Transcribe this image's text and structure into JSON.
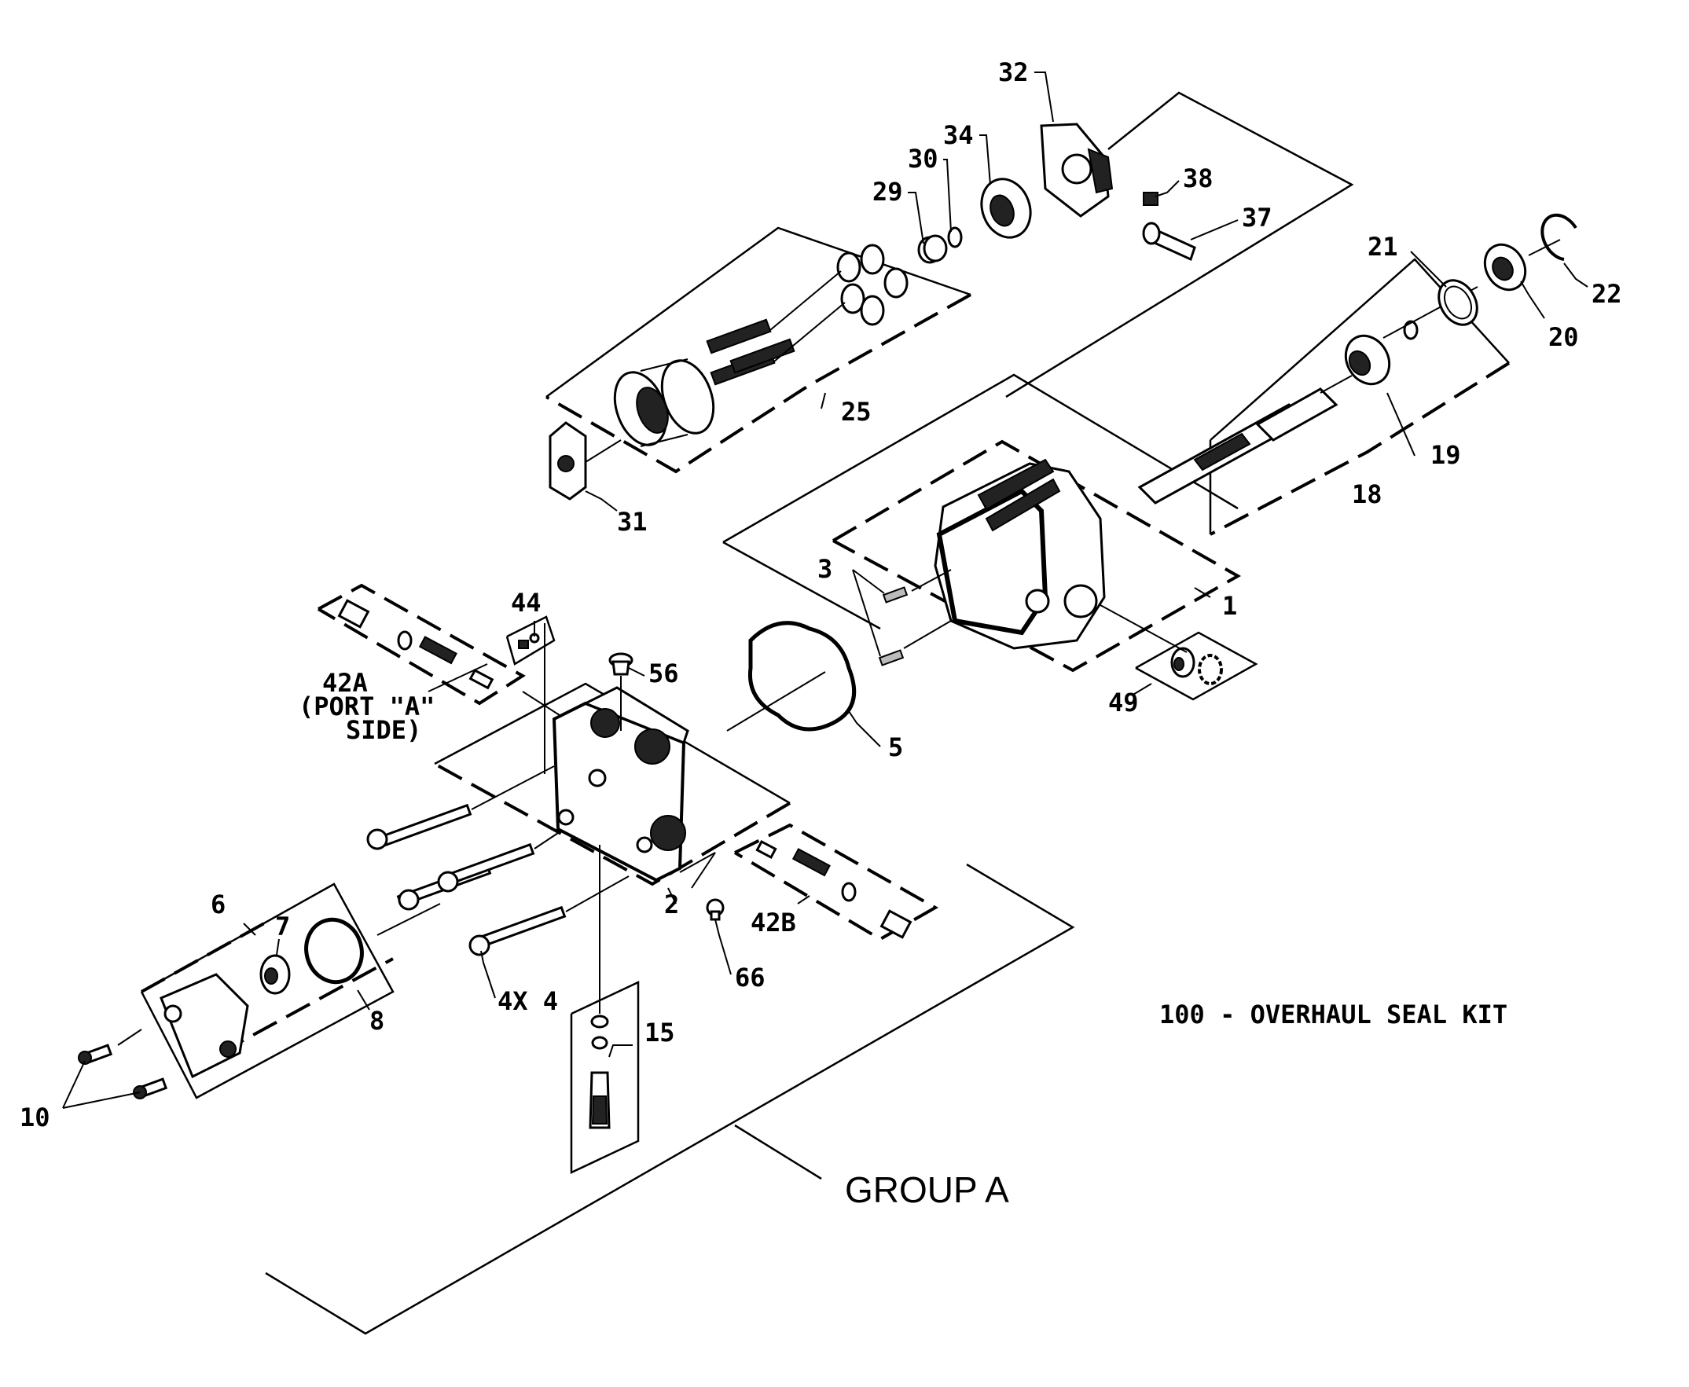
{
  "callouts": {
    "c1": "1",
    "c2": "2",
    "c3": "3",
    "c4": "4X 4",
    "c5": "5",
    "c6": "6",
    "c7": "7",
    "c8": "8",
    "c10": "10",
    "c15": "15",
    "c18": "18",
    "c19": "19",
    "c20": "20",
    "c21": "21",
    "c22": "22",
    "c25": "25",
    "c29": "29",
    "c30": "30",
    "c31": "31",
    "c32": "32",
    "c34": "34",
    "c37": "37",
    "c38": "38",
    "c42a_1": "42A",
    "c42a_2": "(PORT \"A\"",
    "c42a_3": "SIDE)",
    "c42b": "42B",
    "c44": "44",
    "c49": "49",
    "c56": "56",
    "c66": "66"
  },
  "notes": {
    "seal_kit": "100 - OVERHAUL SEAL KIT",
    "group": "GROUP A"
  }
}
